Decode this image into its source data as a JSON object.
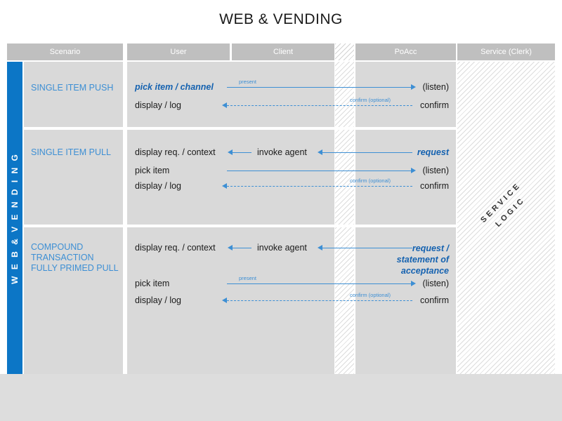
{
  "title": "WEB & VENDING",
  "sidebar": {
    "label": "W E B  &  V E N D I N G"
  },
  "columns": [
    {
      "key": "scenario",
      "label": "Scenario"
    },
    {
      "key": "user",
      "label": "User"
    },
    {
      "key": "client",
      "label": "Client"
    },
    {
      "key": "gap",
      "label": ""
    },
    {
      "key": "poacc",
      "label": "PoAcc"
    },
    {
      "key": "service",
      "label": "Service (Clerk)"
    }
  ],
  "service_logic": {
    "line1": "SERVICE",
    "line2": "LOGIC"
  },
  "rows": [
    {
      "scenario": "SINGLE ITEM PUSH",
      "lines": [
        {
          "user": "pick item / channel",
          "poacc": "(listen)",
          "arrow": "present",
          "direction": "right",
          "style": "solid"
        },
        {
          "user": "display / log",
          "poacc": "confirm",
          "arrow": "confirm (optional)",
          "direction": "left",
          "style": "dashed"
        }
      ]
    },
    {
      "scenario": "SINGLE ITEM PULL",
      "lines": [
        {
          "user": "display req. / context",
          "client": "invoke agent",
          "poacc": "request",
          "arrow": "",
          "direction": "left",
          "style": "solid"
        },
        {
          "user": "pick item",
          "poacc": "(listen)",
          "arrow": "",
          "direction": "right",
          "style": "solid"
        },
        {
          "user": "display / log",
          "poacc": "confirm",
          "arrow": "confirm (optional)",
          "direction": "left",
          "style": "dashed"
        }
      ]
    },
    {
      "scenario": "COMPOUND TRANSACTION FULLY PRIMED PULL",
      "scenario_lines": [
        "COMPOUND",
        "TRANSACTION",
        "FULLY PRIMED PULL"
      ],
      "lines": [
        {
          "user": "display req. / context",
          "client": "invoke agent",
          "poacc": "request / statement of acceptance",
          "arrow": "",
          "direction": "left",
          "style": "solid"
        },
        {
          "user": "pick item",
          "poacc": "(listen)",
          "arrow": "present",
          "direction": "right",
          "style": "solid"
        },
        {
          "user": "display / log",
          "poacc": "confirm",
          "arrow": "confirm (optional)",
          "direction": "left",
          "style": "dashed"
        }
      ]
    }
  ],
  "poacc_r3_line1": [
    "request /",
    "statement of",
    "acceptance"
  ],
  "colors": {
    "brand_blue": "#0c76c6",
    "accent_blue": "#3d8fd4",
    "label_blue": "#1562b0",
    "header_gray": "#bfbfbf",
    "cell_gray": "#d9d9d9"
  }
}
